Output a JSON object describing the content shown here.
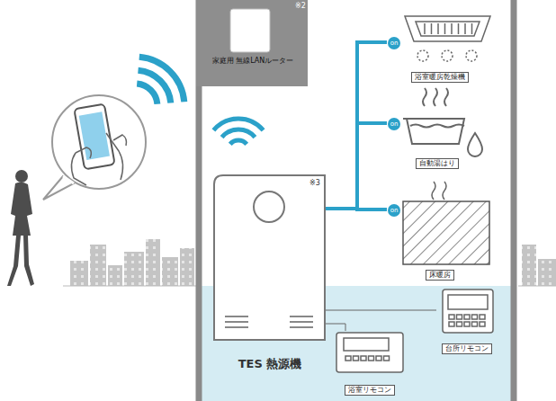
{
  "diagram": {
    "nodes": [
      {
        "text": [
          "家庭用 無線LANルーター"
        ]
      },
      {
        "text": [
          "TES 熱源機"
        ]
      },
      {
        "text": [
          "浴室暖房乾燥機"
        ]
      },
      {
        "text": [
          "自動湯はり"
        ]
      },
      {
        "text": [
          "床暖房"
        ]
      },
      {
        "text": [
          "台所リモコン"
        ]
      },
      {
        "text": [
          "浴室リモコン"
        ]
      }
    ],
    "edges": [
      {
        "from": 1,
        "to": 2,
        "arrow": "none"
      },
      {
        "from": 1,
        "to": 3,
        "arrow": "none"
      },
      {
        "from": 1,
        "to": 4,
        "arrow": "none"
      },
      {
        "from": 1,
        "to": 5,
        "arrow": "none"
      },
      {
        "from": 1,
        "to": 6,
        "arrow": "none"
      }
    ],
    "labels": [
      "※2",
      "※3",
      "on",
      "on",
      "on"
    ]
  }
}
